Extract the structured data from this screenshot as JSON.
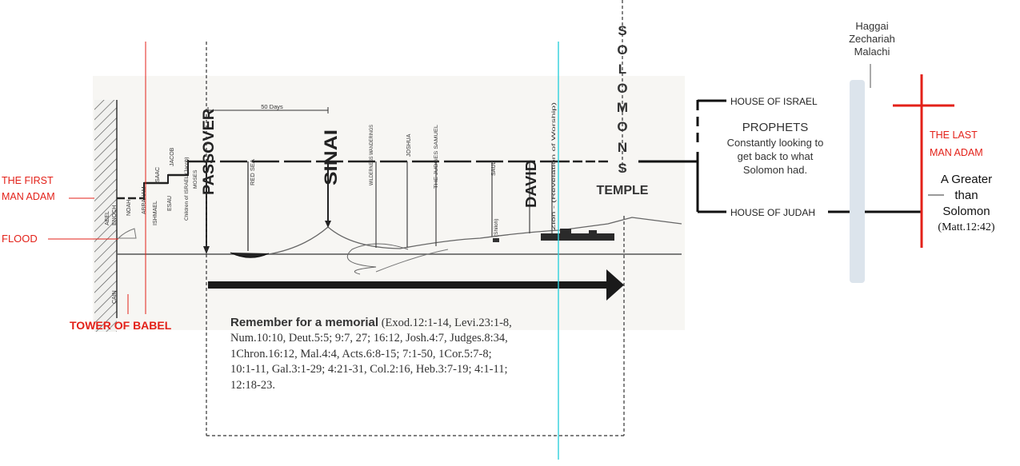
{
  "timeline": {
    "era_labels": [
      "CAIN",
      "ABEL",
      "ENOCH",
      "NOAH",
      "ABRAHAM",
      "ISHMAEL",
      "ISAAC",
      "ESAU",
      "JACOB",
      "Children of ISRAEL (Jacob)",
      "MOSES"
    ],
    "passover": "PASSOVER",
    "fifty_days": "50 Days",
    "red_sea": "RED SEA",
    "sinai": "SINAI",
    "wilderness": "WILDERNESS WANDERINGS",
    "joshua": "JOSHUA",
    "judges": "THE JUDGES SAMUEL",
    "saul": "SAUL",
    "david": "DAVID",
    "shiloh": "(Shiloh)",
    "zion": "Zion - (Revelation of Worship)"
  },
  "solomons_letters": [
    "S",
    "O",
    "L",
    "O",
    "M",
    "O",
    "N",
    "S"
  ],
  "temple": "TEMPLE",
  "left_labels": {
    "first_man_line1": "THE FIRST",
    "first_man_line2": "MAN ADAM",
    "flood": "FLOOD",
    "tower": "TOWER OF BABEL"
  },
  "memorial": {
    "lead": "Remember for a memorial",
    "lines": [
      " (Exod.12:1-14, Levi.23:1-8,",
      "Num.10:10, Deut.5:5; 9:7, 27; 16:12,  Josh.4:7, Judges.8:34,",
      "1Chron.16:12, Mal.4:4, Acts.6:8-15; 7:1-50, 1Cor.5:7-8;",
      "10:1-11, Gal.3:1-29; 4:21-31, Col.2:16, Heb.3:7-19; 4:1-11;",
      "12:18-23."
    ]
  },
  "right": {
    "house_israel": "HOUSE OF ISRAEL",
    "house_judah": "HOUSE OF JUDAH",
    "prophets_title": "PROPHETS",
    "prophets_lines": [
      "Constantly looking to",
      "get back to what",
      "Solomon had."
    ],
    "minor_prophets": [
      "Haggai",
      "Zechariah",
      "Malachi"
    ],
    "last_man_line1": "THE LAST",
    "last_man_line2": "MAN ADAM",
    "greater_lines": [
      "A Greater",
      "than",
      "Solomon"
    ],
    "matt_ref": "(Matt.12:42)"
  },
  "colors": {
    "red": "#e32119",
    "cyan": "#2fd0dc",
    "pillar": "#dce4ec",
    "ink": "#222222",
    "paper": "#f7f6f3"
  }
}
